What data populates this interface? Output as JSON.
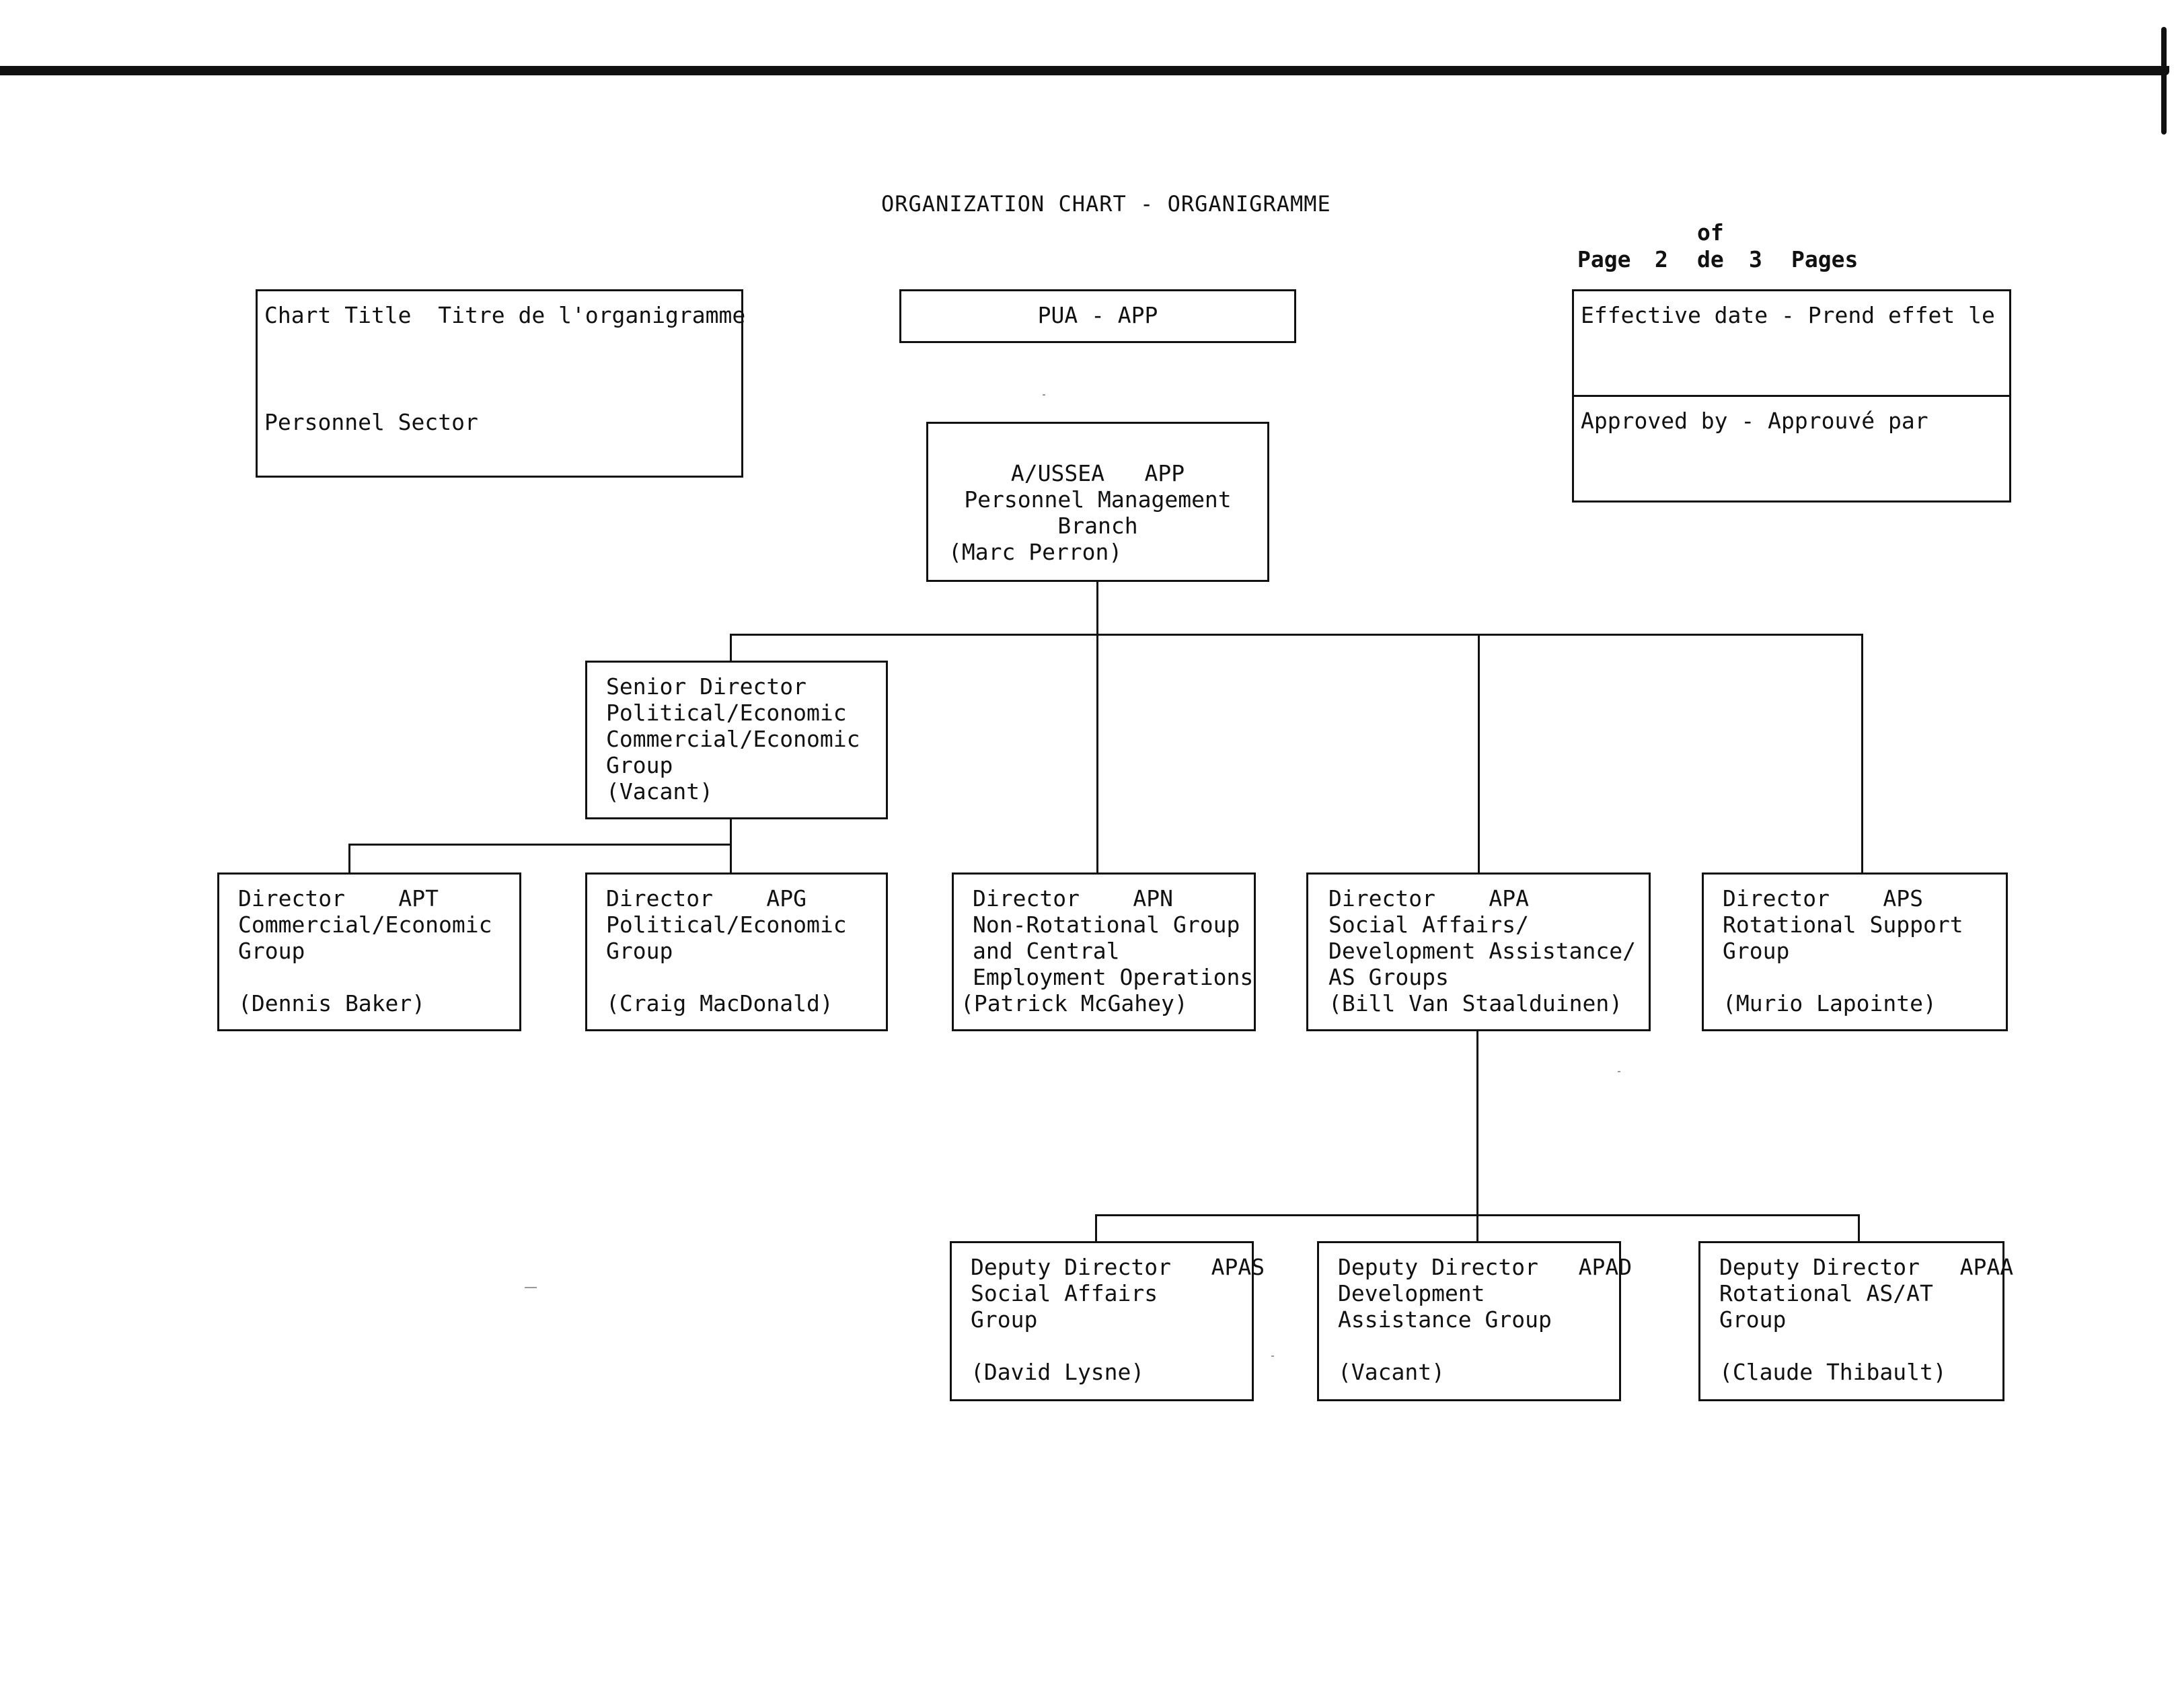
{
  "header": {
    "title": "ORGANIZATION CHART - ORGANIGRAMME",
    "page_counter": {
      "page_label": "Page",
      "current_page": "2",
      "de": "de",
      "of": "of",
      "total_pages": "3",
      "pages_label": "Pages"
    }
  },
  "info_boxes": {
    "chart_title": {
      "label": "Chart Title  Titre de l'organigramme",
      "value": "Personnel Sector"
    },
    "code": {
      "value": "PUA - APP"
    },
    "effective_date": {
      "label": "Effective date - Prend effet le"
    },
    "approved_by": {
      "label": "Approved by - Approuvé par"
    }
  },
  "nodes": {
    "head": {
      "line1": "A/USSEA   APP",
      "line2": "Personnel Management",
      "line3": "Branch",
      "line4": "(Marc Perron)"
    },
    "senior_director": {
      "line1": "Senior Director",
      "line2": "Political/Economic",
      "line3": "Commercial/Economic",
      "line4": "Group",
      "line5": "(Vacant)"
    },
    "apt": {
      "line1": "Director    APT",
      "line2": "Commercial/Economic",
      "line3": "Group",
      "name": "(Dennis Baker)"
    },
    "apg": {
      "line1": "Director    APG",
      "line2": "Political/Economic",
      "line3": "Group",
      "name": "(Craig MacDonald)"
    },
    "apn": {
      "line1": "Director    APN",
      "line2": "Non-Rotational Group",
      "line3": "and Central",
      "line4": "Employment Operations",
      "name": "(Patrick McGahey)"
    },
    "apa": {
      "line1": "Director    APA",
      "line2": "Social Affairs/",
      "line3": "Development Assistance/",
      "line4": "AS Groups",
      "name": "(Bill Van Staalduinen)"
    },
    "aps": {
      "line1": "Director    APS",
      "line2": "Rotational Support",
      "line3": "Group",
      "name": "(Murio Lapointe)"
    },
    "apas": {
      "line1": "Deputy Director   APAS",
      "line2": "Social Affairs",
      "line3": "Group",
      "name": "(David Lysne)"
    },
    "apad": {
      "line1": "Deputy Director   APAD",
      "line2": "Development",
      "line3": "Assistance Group",
      "name": "(Vacant)"
    },
    "apaa": {
      "line1": "Deputy Director   APAA",
      "line2": "Rotational AS/AT",
      "line3": "Group",
      "name": "(Claude Thibault)"
    }
  }
}
